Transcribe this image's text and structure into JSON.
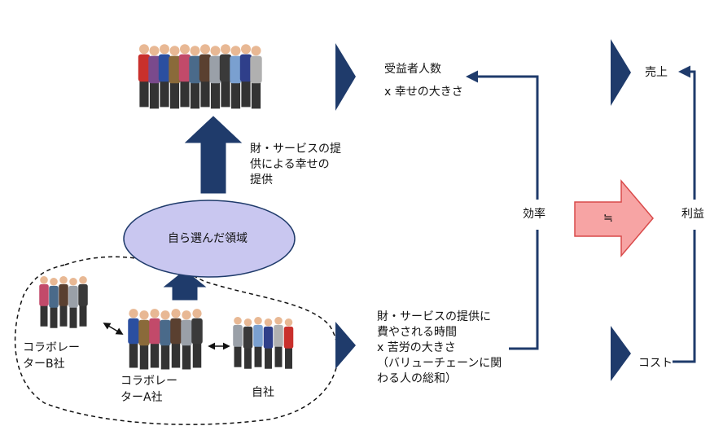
{
  "top_right": {
    "beneficiary_count": "受益者人数",
    "happiness_size": "x 幸せの大きさ",
    "sales": "売上"
  },
  "middle": {
    "provision_line1": "財・サービスの提",
    "provision_line2": "供による幸せの",
    "provision_line3": "提供",
    "chosen_domain": "自ら選んだ領域",
    "efficiency": "効率",
    "approx_symbol": "≒",
    "profit": "利益"
  },
  "bottom": {
    "collab_b_line1": "コラボレー",
    "collab_b_line2": "ターB社",
    "collab_a_line1": "コラボレー",
    "collab_a_line2": "ターA社",
    "own_company": "自社",
    "time_line1": "財・サービスの提供に",
    "time_line2": "費やされる時間",
    "time_line3": "x 苦労の大きさ",
    "time_line4": "（バリューチェーンに関",
    "time_line5": "わる人の総和）",
    "cost": "コスト"
  },
  "colors": {
    "navy": "#1f3b6b",
    "ellipse_fill": "#c9c7f0",
    "big_arrow_fill": "#f7a4a4",
    "big_arrow_stroke": "#d94a4a"
  },
  "icons": {
    "people_group_top": "people-group-icon",
    "people_group_collab_b": "people-group-icon",
    "people_group_collab_a": "people-group-icon",
    "people_group_own": "people-group-icon"
  }
}
